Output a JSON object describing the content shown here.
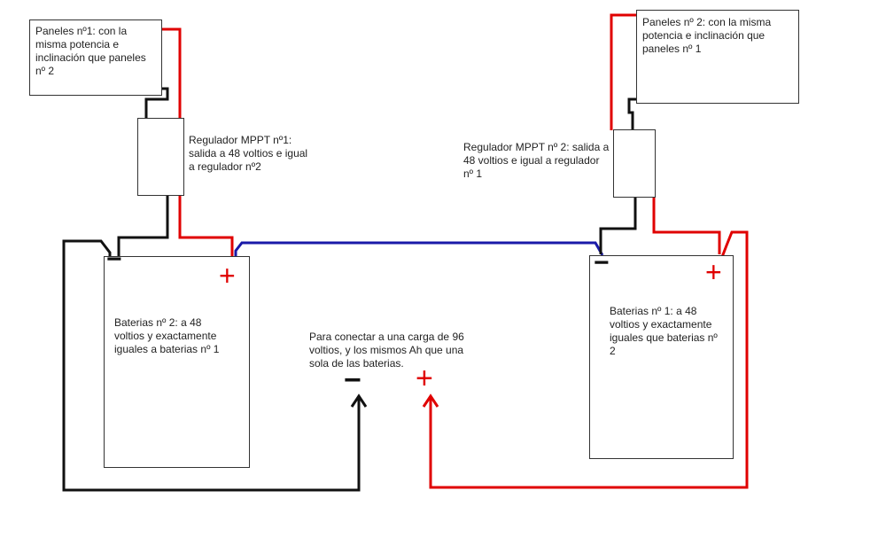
{
  "colors": {
    "positive": "#e00000",
    "negative": "#111111",
    "series_link": "#1a1aa8",
    "box_border": "#333333",
    "text": "#222222"
  },
  "panels_1": {
    "label": "Paneles nº1: con la misma potencia e inclinación que paneles nº 2"
  },
  "panels_2": {
    "label": "Paneles nº 2: con la misma potencia e inclinación que paneles nº 1"
  },
  "regulator_1": {
    "label": "Regulador MPPT nº1: salida a 48 voltios e igual a regulador nº2"
  },
  "regulator_2": {
    "label": "Regulador MPPT nº 2: salida a 48 voltios e igual a regulador nº 1"
  },
  "battery_2": {
    "label": "Baterias nº 2: a 48 voltios y exactamente iguales a baterias nº 1",
    "neg_symbol": "−",
    "pos_symbol": "+"
  },
  "battery_1": {
    "label": "Baterias nº 1: a 48 voltios y exactamente iguales que baterias nº 2",
    "neg_symbol": "−",
    "pos_symbol": "+"
  },
  "load": {
    "label": "Para conectar a una carga de 96 voltios, y los mismos Ah que una sola de las baterias.",
    "neg_symbol": "−",
    "pos_symbol": "+"
  }
}
